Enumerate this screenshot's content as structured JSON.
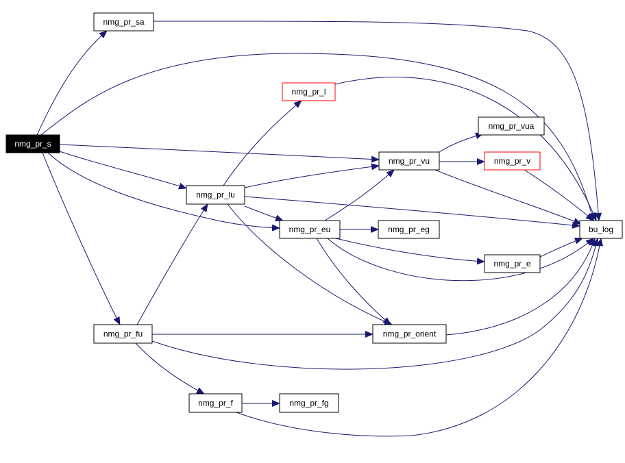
{
  "colors": {
    "edge": "#191970",
    "node_border": "#000000",
    "node_border_alt": "#ff0000",
    "root_fill": "#000000",
    "root_text": "#ffffff",
    "node_fill": "#ffffff",
    "node_text": "#000000"
  },
  "nodes": [
    {
      "id": "nmg_pr_s",
      "label": "nmg_pr_s",
      "style": "root"
    },
    {
      "id": "nmg_pr_sa",
      "label": "nmg_pr_sa",
      "style": "normal"
    },
    {
      "id": "nmg_pr_l",
      "label": "nmg_pr_l",
      "style": "red"
    },
    {
      "id": "nmg_pr_vua",
      "label": "nmg_pr_vua",
      "style": "normal"
    },
    {
      "id": "nmg_pr_vu",
      "label": "nmg_pr_vu",
      "style": "normal"
    },
    {
      "id": "nmg_pr_v",
      "label": "nmg_pr_v",
      "style": "red"
    },
    {
      "id": "nmg_pr_lu",
      "label": "nmg_pr_lu",
      "style": "normal"
    },
    {
      "id": "nmg_pr_eu",
      "label": "nmg_pr_eu",
      "style": "normal"
    },
    {
      "id": "nmg_pr_eg",
      "label": "nmg_pr_eg",
      "style": "normal"
    },
    {
      "id": "bu_log",
      "label": "bu_log",
      "style": "normal"
    },
    {
      "id": "nmg_pr_e",
      "label": "nmg_pr_e",
      "style": "normal"
    },
    {
      "id": "nmg_pr_fu",
      "label": "nmg_pr_fu",
      "style": "normal"
    },
    {
      "id": "nmg_pr_orient",
      "label": "nmg_pr_orient",
      "style": "normal"
    },
    {
      "id": "nmg_pr_f",
      "label": "nmg_pr_f",
      "style": "normal"
    },
    {
      "id": "nmg_pr_fg",
      "label": "nmg_pr_fg",
      "style": "normal"
    }
  ],
  "edges": [
    {
      "from": "nmg_pr_s",
      "to": "nmg_pr_sa"
    },
    {
      "from": "nmg_pr_s",
      "to": "bu_log"
    },
    {
      "from": "nmg_pr_s",
      "to": "nmg_pr_vu"
    },
    {
      "from": "nmg_pr_s",
      "to": "nmg_pr_lu"
    },
    {
      "from": "nmg_pr_s",
      "to": "nmg_pr_eu"
    },
    {
      "from": "nmg_pr_s",
      "to": "nmg_pr_fu"
    },
    {
      "from": "nmg_pr_sa",
      "to": "bu_log"
    },
    {
      "from": "nmg_pr_l",
      "to": "bu_log"
    },
    {
      "from": "nmg_pr_vu",
      "to": "nmg_pr_vua"
    },
    {
      "from": "nmg_pr_vu",
      "to": "nmg_pr_v"
    },
    {
      "from": "nmg_pr_vu",
      "to": "bu_log"
    },
    {
      "from": "nmg_pr_v",
      "to": "bu_log"
    },
    {
      "from": "nmg_pr_lu",
      "to": "nmg_pr_l"
    },
    {
      "from": "nmg_pr_lu",
      "to": "nmg_pr_vu"
    },
    {
      "from": "nmg_pr_lu",
      "to": "bu_log"
    },
    {
      "from": "nmg_pr_lu",
      "to": "nmg_pr_eu"
    },
    {
      "from": "nmg_pr_lu",
      "to": "nmg_pr_orient"
    },
    {
      "from": "nmg_pr_eu",
      "to": "nmg_pr_vu"
    },
    {
      "from": "nmg_pr_eu",
      "to": "nmg_pr_eg"
    },
    {
      "from": "nmg_pr_eu",
      "to": "nmg_pr_e"
    },
    {
      "from": "nmg_pr_eu",
      "to": "bu_log"
    },
    {
      "from": "nmg_pr_eu",
      "to": "nmg_pr_orient"
    },
    {
      "from": "nmg_pr_e",
      "to": "bu_log"
    },
    {
      "from": "nmg_pr_fu",
      "to": "nmg_pr_lu"
    },
    {
      "from": "nmg_pr_fu",
      "to": "nmg_pr_orient"
    },
    {
      "from": "nmg_pr_fu",
      "to": "bu_log"
    },
    {
      "from": "nmg_pr_fu",
      "to": "nmg_pr_f"
    },
    {
      "from": "nmg_pr_orient",
      "to": "bu_log"
    },
    {
      "from": "nmg_pr_f",
      "to": "nmg_pr_fg"
    },
    {
      "from": "nmg_pr_f",
      "to": "bu_log"
    }
  ]
}
